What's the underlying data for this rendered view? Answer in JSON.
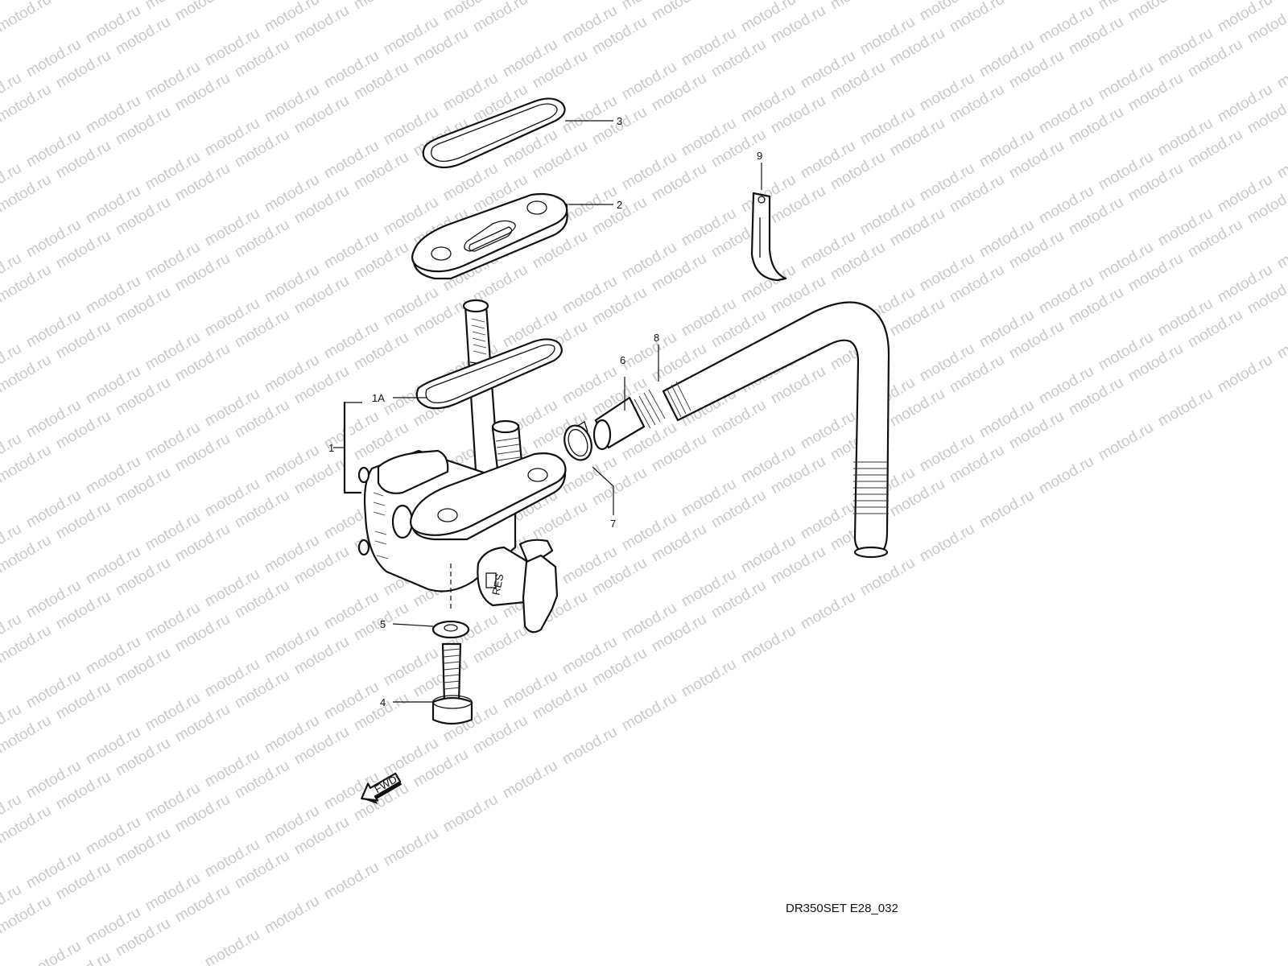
{
  "watermark": {
    "text": "motod.ru",
    "color": "#c9c9c9"
  },
  "callouts": {
    "p1": "1",
    "p1a": "1A",
    "p2": "2",
    "p3": "3",
    "p4": "4",
    "p5": "5",
    "p6": "6",
    "p7": "7",
    "p8": "8",
    "p9": "9"
  },
  "lever_label": "RES",
  "fwd_label": "FWD",
  "caption": "DR350SET E28_032",
  "icons": {
    "forward_arrow": "fwd-arrow-icon"
  }
}
